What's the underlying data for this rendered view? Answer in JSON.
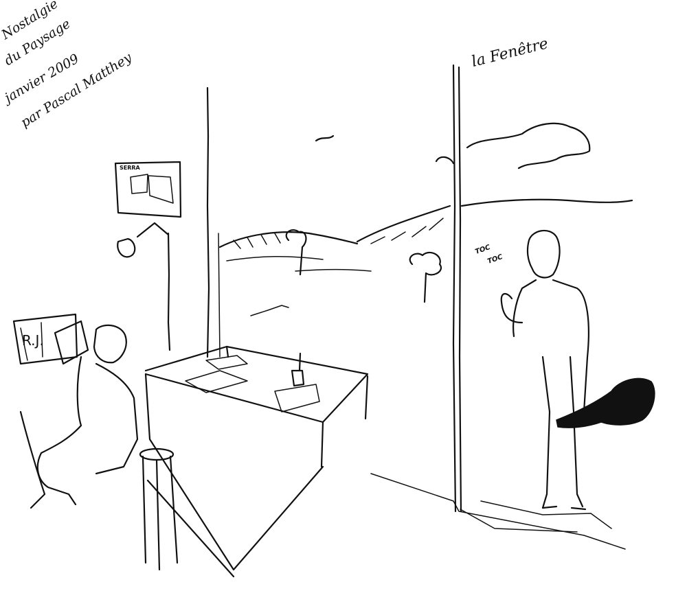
{
  "drawing": {
    "type": "pen-and-ink sketch",
    "inscription": {
      "lines": [
        "Nostalgie",
        "du Paysage",
        "janvier 2009",
        "par Pascal Matthey"
      ]
    },
    "window_label": "la Fenêtre",
    "knock_sound": [
      "TOC",
      "TOC"
    ],
    "poster_label": "SERRA",
    "crate_marking": "R.J.",
    "colors": {
      "ink": "#111111",
      "paper": "#ffffff"
    }
  }
}
